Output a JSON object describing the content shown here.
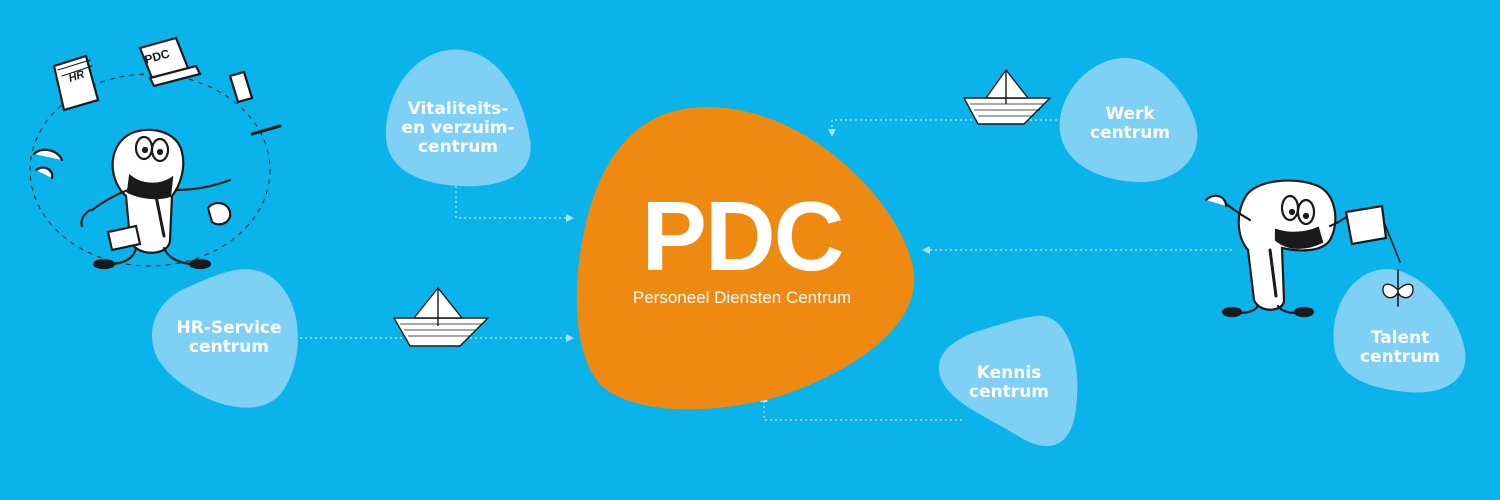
{
  "logo": {
    "wordmark": "PDC",
    "subtitle": "Personeel Diensten Centrum"
  },
  "centers": [
    {
      "id": "vitaliteit",
      "lines": [
        "Vitaliteits-",
        "en verzuim-",
        "centrum"
      ]
    },
    {
      "id": "hr-service",
      "lines": [
        "HR-Service",
        "centrum"
      ]
    },
    {
      "id": "werk",
      "lines": [
        "Werk",
        "centrum"
      ]
    },
    {
      "id": "talent",
      "lines": [
        "Talent",
        "centrum"
      ]
    },
    {
      "id": "kennis",
      "lines": [
        "Kennis",
        "centrum"
      ]
    }
  ],
  "illustration_text": {
    "hr_book": "HR",
    "laptop": "PDC"
  },
  "colors": {
    "background": "#0ab3ea",
    "hub": "#ee8a12",
    "blob": "#7fd0f5",
    "text": "#ffffff",
    "connector": "#a8e3fa"
  }
}
